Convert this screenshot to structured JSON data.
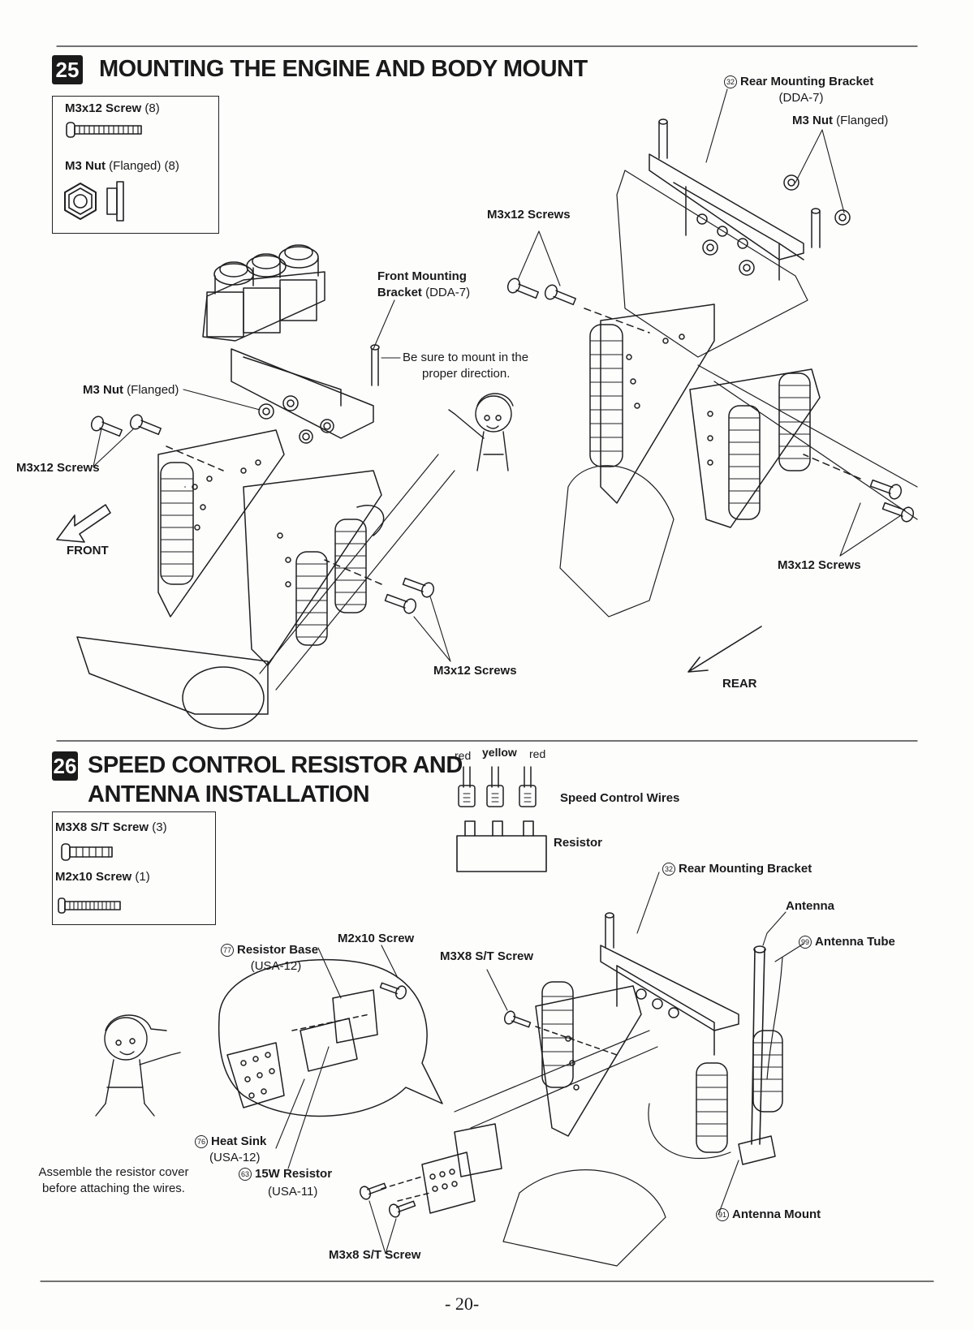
{
  "step25": {
    "number": "25",
    "title": "MOUNTING THE ENGINE AND BODY MOUNT",
    "parts_box": {
      "screw_name": "M3x12 Screw",
      "screw_qty": "(8)",
      "nut_name": "M3 Nut",
      "nut_qual": "(Flanged) (8)"
    },
    "labels": {
      "rear_bracket_num": "32",
      "rear_bracket": "Rear Mounting Bracket",
      "rear_bracket_code": "(DDA-7)",
      "m3_nut_top": "M3 Nut",
      "m3_nut_top_qual": "(Flanged)",
      "m3x12_screws_center": "M3x12 Screws",
      "front_bracket_l1": "Front Mounting",
      "front_bracket_l2": "Bracket",
      "front_bracket_code": "(DDA-7)",
      "be_sure_l1": "Be sure to mount in the",
      "be_sure_l2": "proper direction.",
      "m3_nut_left": "M3 Nut",
      "m3_nut_left_qual": "(Flanged)",
      "m3x12_screws_left": "M3x12 Screws",
      "front": "FRONT",
      "m3x12_screws_right": "M3x12 Screws",
      "m3x12_screws_bottom": "M3x12 Screws",
      "rear": "REAR"
    }
  },
  "step26": {
    "number": "26",
    "title_l1": "SPEED CONTROL RESISTOR AND",
    "title_l2": "ANTENNA INSTALLATION",
    "parts_box": {
      "screw1_name": "M3X8 S/T Screw",
      "screw1_qty": "(3)",
      "screw2_name": "M2x10 Screw",
      "screw2_qty": "(1)"
    },
    "wires": {
      "red1": "red",
      "yellow": "yellow",
      "red2": "red",
      "speed_control_wires": "Speed Control Wires",
      "resistor": "Resistor"
    },
    "labels": {
      "rear_bracket_num": "32",
      "rear_bracket": "Rear Mounting Bracket",
      "antenna": "Antenna",
      "antenna_tube_num": "99",
      "antenna_tube": "Antenna Tube",
      "resistor_base_num": "77",
      "resistor_base": "Resistor Base",
      "resistor_base_code": "(USA-12)",
      "m2x10_screw": "M2x10 Screw",
      "m3x8_st_screw": "M3X8 S/T Screw",
      "heat_sink_num": "76",
      "heat_sink": "Heat Sink",
      "heat_sink_code": "(USA-12)",
      "resistor15w_num": "63",
      "resistor15w": "15W Resistor",
      "resistor15w_code": "(USA-11)",
      "assemble_l1": "Assemble the resistor cover",
      "assemble_l2": "before attaching the wires.",
      "antenna_mount_num": "91",
      "antenna_mount": "Antenna Mount",
      "m3x8_bottom": "M3x8 S/T Screw"
    }
  },
  "page_number": "- 20-"
}
